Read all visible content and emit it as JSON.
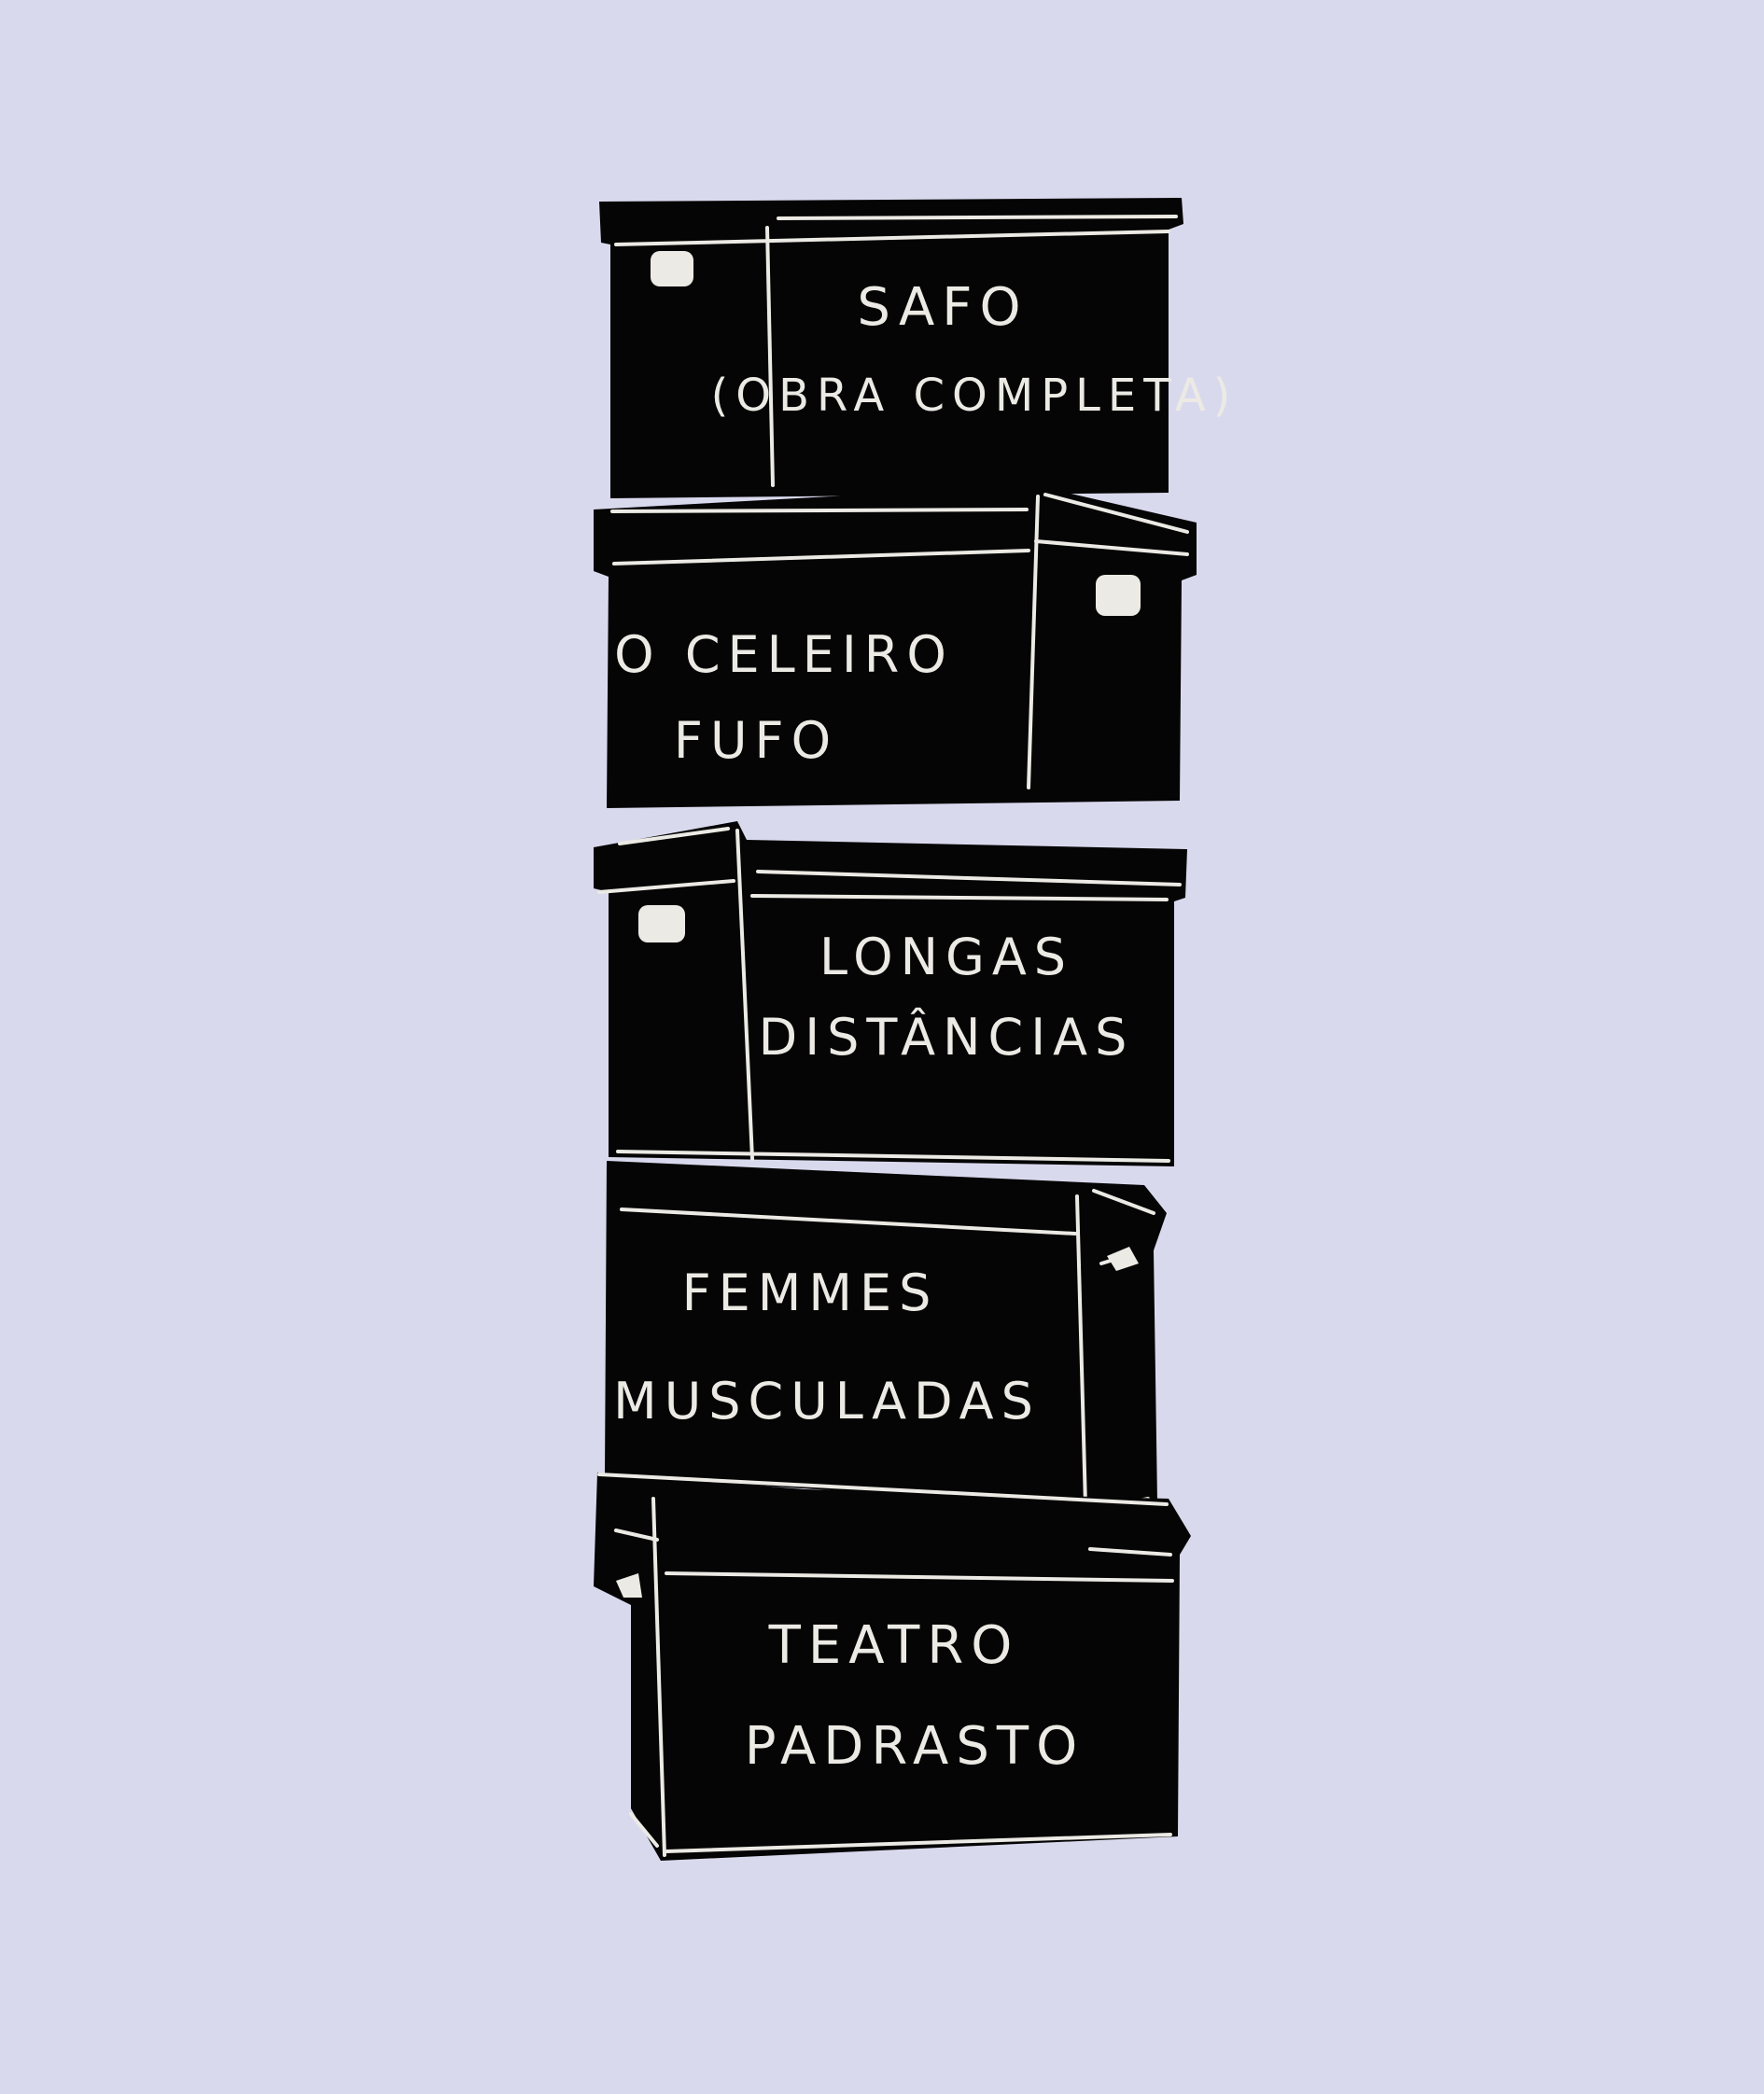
{
  "colors": {
    "background": "#d9d9ee",
    "box": "#050505",
    "chalk": "#eceae4"
  },
  "boxes": [
    {
      "id": "safo",
      "lines": [
        "SAFO",
        "(OBRA COMPLETA)"
      ]
    },
    {
      "id": "celeiro",
      "lines": [
        "O CELEIRO",
        "FUFO"
      ]
    },
    {
      "id": "longas",
      "lines": [
        "LONGAS",
        "DISTÂNCIAS"
      ]
    },
    {
      "id": "femmes",
      "lines": [
        "FEMMES",
        "MUSCULADAS"
      ]
    },
    {
      "id": "teatro",
      "lines": [
        "TEATRO",
        "PADRASTO"
      ]
    }
  ]
}
